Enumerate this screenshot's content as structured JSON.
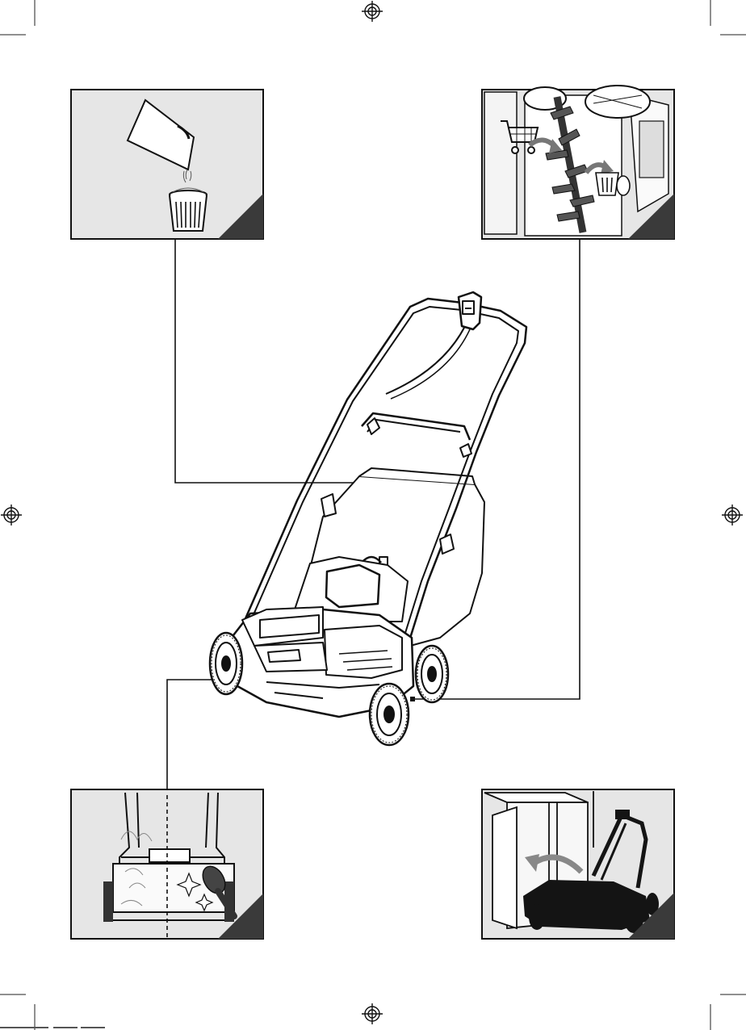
{
  "document": {
    "type": "instruction-manual-illustration-page",
    "panels": [
      {
        "id": "empty-collection-bag",
        "icon": "trash-can-icon"
      },
      {
        "id": "blade-roller-replacement",
        "icon": "shopping-cart-icon"
      },
      {
        "id": "cleaning",
        "icon": "brush-icon"
      },
      {
        "id": "storage",
        "icon": "cabinet-icon"
      }
    ],
    "colors": {
      "panel_background": "#e6e6e6",
      "line": "#1a1a1a",
      "corner_tab": "#3a3a3a",
      "silhouette": "#141414"
    }
  }
}
